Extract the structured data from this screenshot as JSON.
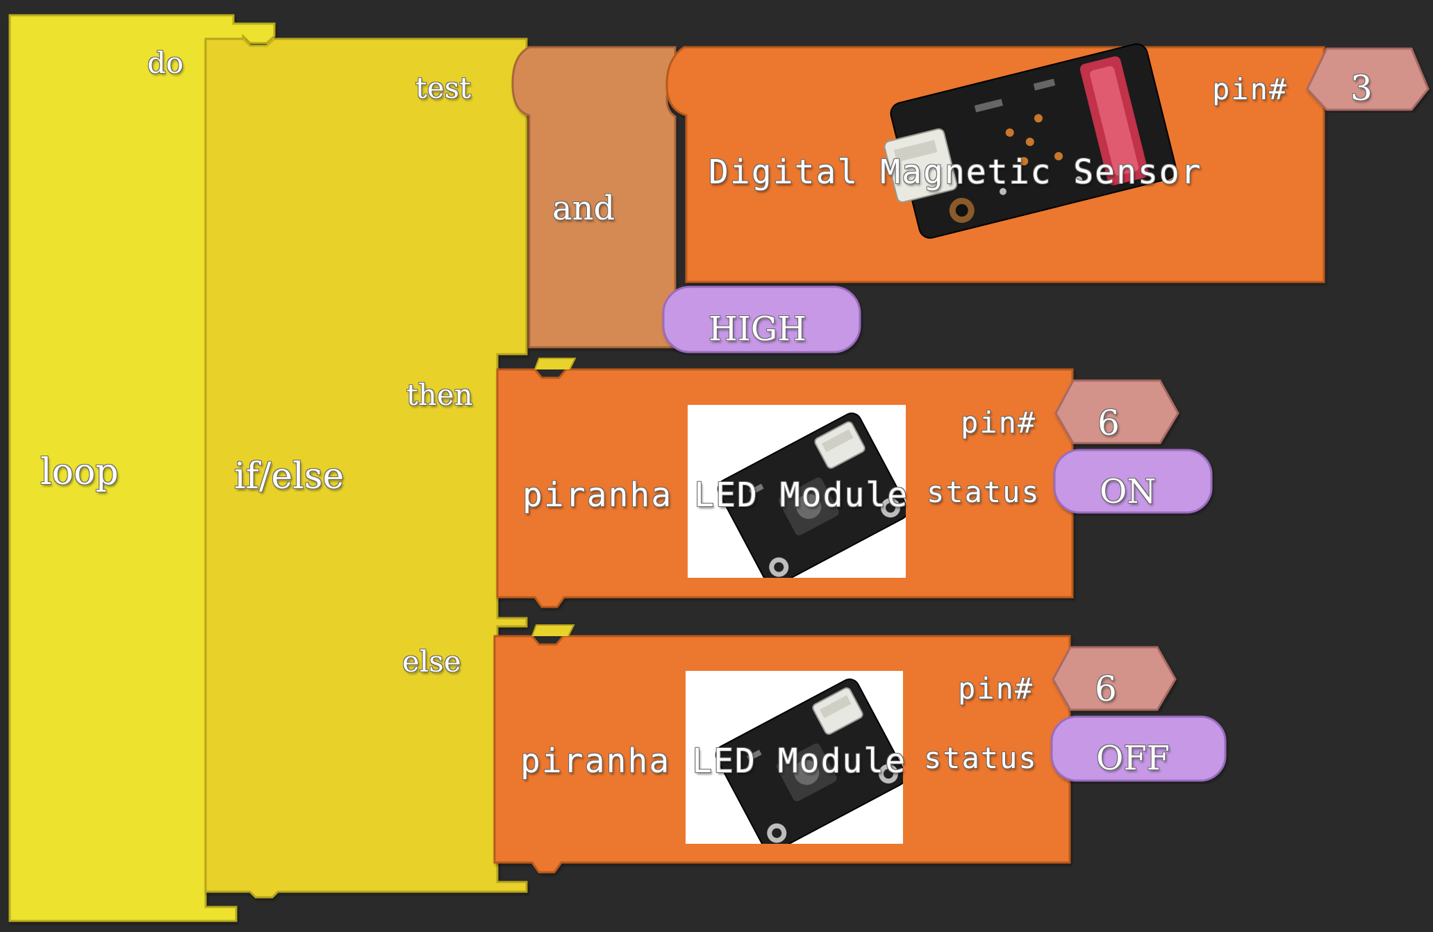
{
  "colors": {
    "background": "#2a2a2a",
    "loop_block": "#ede32e",
    "ifelse_block": "#e8d22c",
    "and_block": "#d68a52",
    "sensor_block": "#ec772f",
    "pin_value": "#d4938a",
    "status_value": "#c698e6"
  },
  "loop_block": {
    "label": "loop",
    "do_label": "do"
  },
  "ifelse_block": {
    "label": "if/else",
    "test_label": "test",
    "then_label": "then",
    "else_label": "else"
  },
  "and_block": {
    "label": "and"
  },
  "magnetic_sensor": {
    "label": "Digital Magnetic Sensor",
    "pin_label": "pin#",
    "pin_value": "3",
    "image_icon": "magnetic-sensor-board"
  },
  "high_value": {
    "label": "HIGH"
  },
  "led_then": {
    "label": "piranha LED Module",
    "pin_label": "pin#",
    "pin_value": "6",
    "status_label": "status",
    "status_value": "ON",
    "image_icon": "led-module-board"
  },
  "led_else": {
    "label": "piranha LED Module",
    "pin_label": "pin#",
    "pin_value": "6",
    "status_label": "status",
    "status_value": "OFF",
    "image_icon": "led-module-board"
  }
}
